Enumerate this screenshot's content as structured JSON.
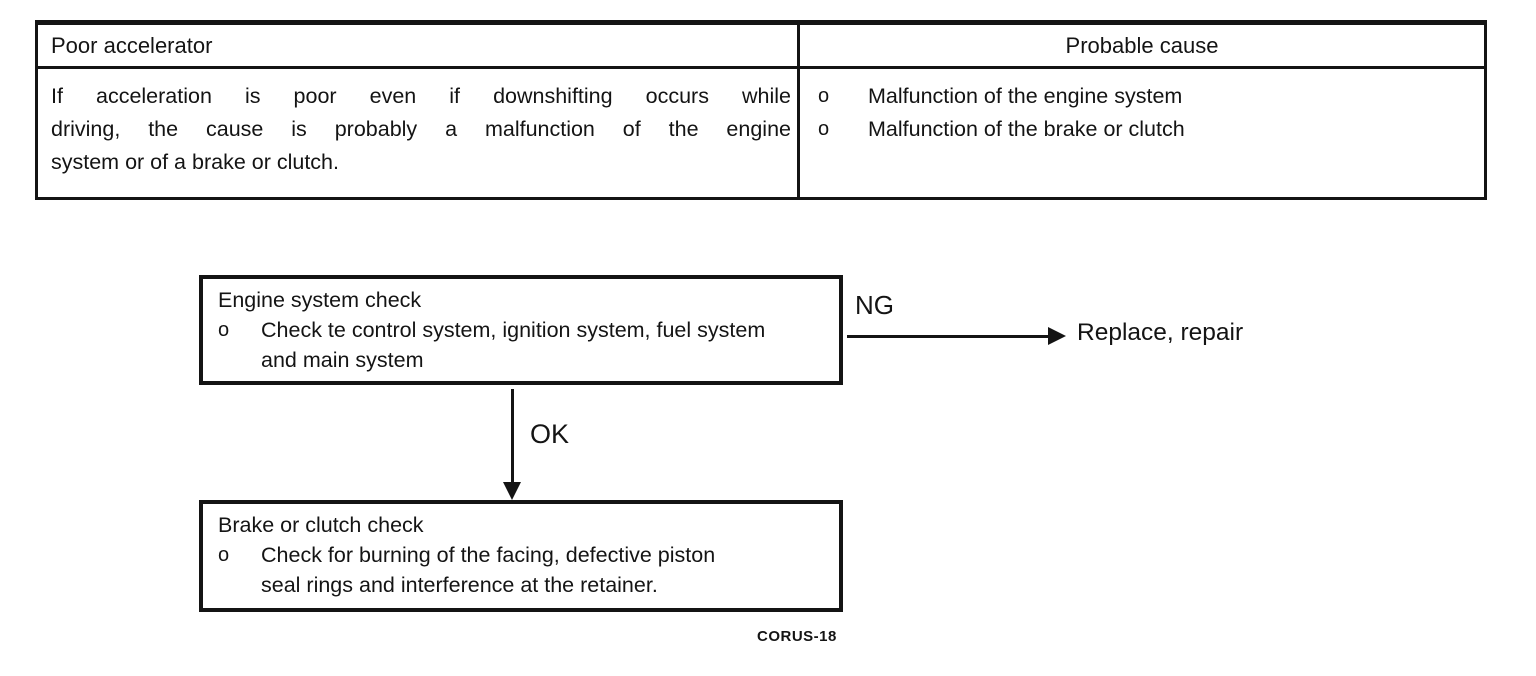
{
  "page": {
    "paper_color": "#ffffff",
    "ink_color": "#141414"
  },
  "table": {
    "header": {
      "left": "Poor accelerator",
      "right": "Probable cause"
    },
    "symptom_lines": [
      "If acceleration is poor even if downshifting occurs while",
      "driving, the cause is probably a malfunction of the engine",
      "system or of a brake or clutch."
    ],
    "causes": [
      {
        "marker": "o",
        "text": "Malfunction of the engine system"
      },
      {
        "marker": "o",
        "text": "Malfunction of the brake or clutch"
      }
    ]
  },
  "flowchart": {
    "step1": {
      "title": "Engine system check",
      "bullet_marker": "o",
      "bullet_lines": [
        "Check te control system, ignition system, fuel system",
        "and main system"
      ]
    },
    "ng_label": "NG",
    "ng_outcome": "Replace, repair",
    "ok_label": "OK",
    "step2": {
      "title": "Brake or clutch check",
      "bullet_marker": "o",
      "bullet_lines": [
        "Check for burning of the facing, defective piston",
        "seal rings and interference at the retainer."
      ]
    },
    "figure_code": "CORUS-18"
  }
}
